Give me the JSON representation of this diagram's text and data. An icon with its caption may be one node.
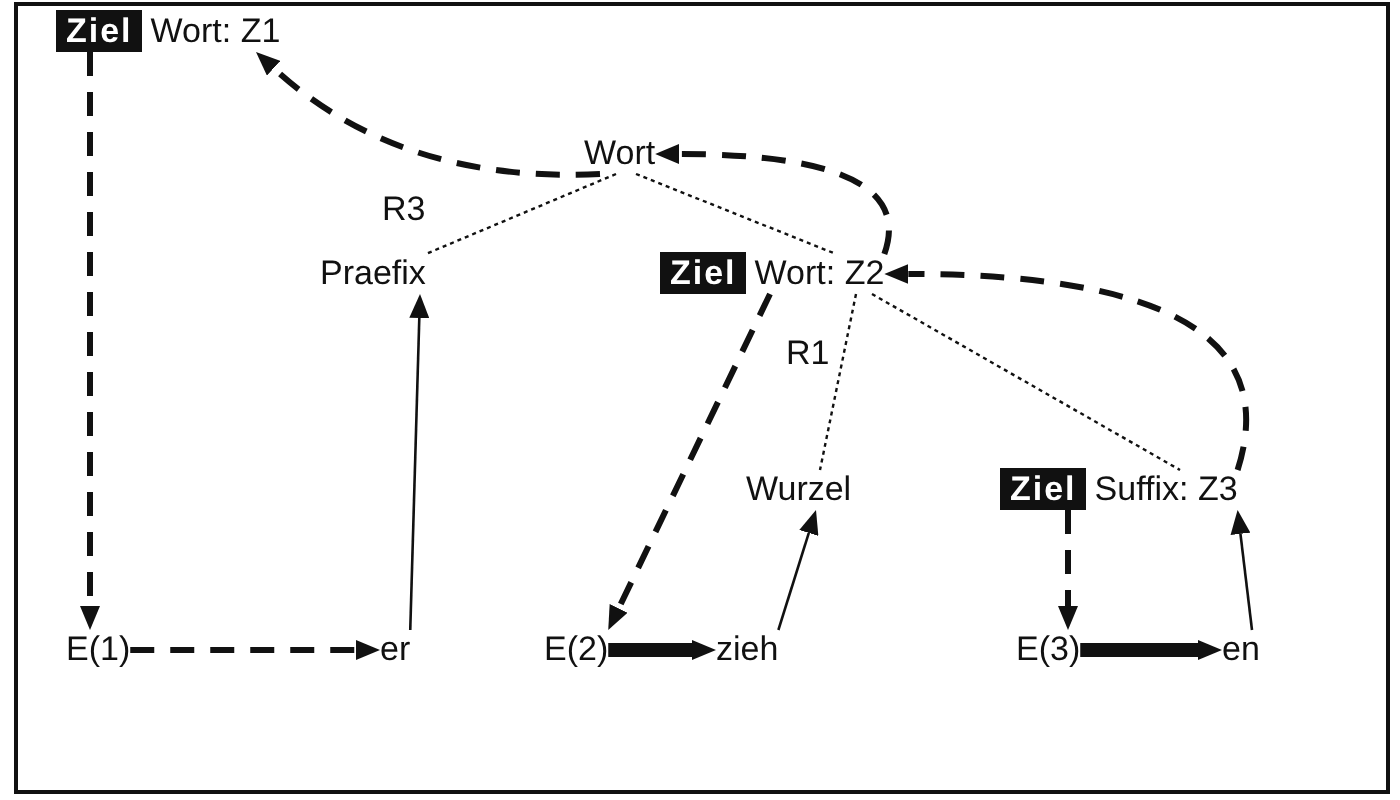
{
  "diagram": {
    "nodes": [
      {
        "text": [
          "Ziel",
          "Wort: Z1"
        ]
      },
      {
        "text": [
          "Wort"
        ]
      },
      {
        "text": [
          "Praefix"
        ]
      },
      {
        "text": [
          "Ziel",
          "Wort: Z2"
        ]
      },
      {
        "text": [
          "Wurzel"
        ]
      },
      {
        "text": [
          "Ziel",
          "Suffix: Z3"
        ]
      },
      {
        "text": [
          "E(1)"
        ]
      },
      {
        "text": [
          "er"
        ]
      },
      {
        "text": [
          "E(2)"
        ]
      },
      {
        "text": [
          "zieh"
        ]
      },
      {
        "text": [
          "E(3)"
        ]
      },
      {
        "text": [
          "en"
        ]
      }
    ],
    "edges": [
      {
        "from": 1,
        "to": 0,
        "arrow": "to",
        "style": "dashed"
      },
      {
        "from": 3,
        "to": 1,
        "arrow": "to",
        "style": "dashed"
      },
      {
        "from": 5,
        "to": 3,
        "arrow": "to",
        "style": "dashed"
      },
      {
        "from": 1,
        "to": 2,
        "arrow": "none",
        "style": "dashed",
        "label": "R3"
      },
      {
        "from": 1,
        "to": 3,
        "arrow": "none",
        "style": "dashed"
      },
      {
        "from": 3,
        "to": 4,
        "arrow": "none",
        "style": "dashed",
        "label": "R1"
      },
      {
        "from": 3,
        "to": 5,
        "arrow": "none",
        "style": "dashed"
      },
      {
        "from": 0,
        "to": 6,
        "arrow": "to",
        "style": "dashed"
      },
      {
        "from": 6,
        "to": 7,
        "arrow": "to",
        "style": "dashed"
      },
      {
        "from": 7,
        "to": 2,
        "arrow": "to"
      },
      {
        "from": 3,
        "to": 8,
        "arrow": "to",
        "style": "dashed"
      },
      {
        "from": 8,
        "to": 9,
        "arrow": "to",
        "style": "thick"
      },
      {
        "from": 9,
        "to": 4,
        "arrow": "to"
      },
      {
        "from": 5,
        "to": 10,
        "arrow": "to",
        "style": "dashed"
      },
      {
        "from": 10,
        "to": 11,
        "arrow": "to",
        "style": "thick"
      },
      {
        "from": 11,
        "to": 5,
        "arrow": "to"
      }
    ]
  }
}
